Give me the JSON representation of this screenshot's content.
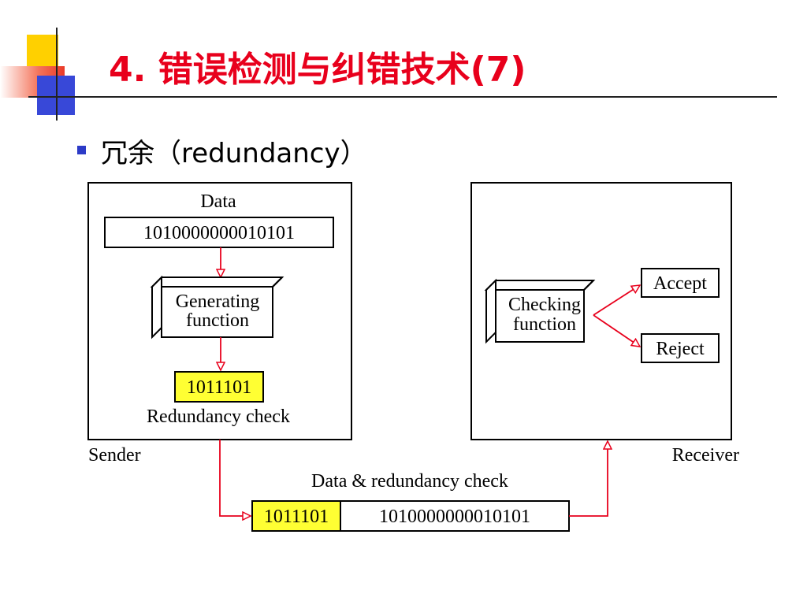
{
  "slide": {
    "title": "4. 错误检测与纠错技术(7)",
    "bullet": "冗余（redundancy）"
  },
  "diagram": {
    "sender": {
      "label": "Sender",
      "data_title": "Data",
      "data_bits": "1010000000010101",
      "generator_line1": "Generating",
      "generator_line2": "function",
      "redundancy_bits": "1011101",
      "redundancy_label": "Redundancy check"
    },
    "transmission": {
      "label": "Data & redundancy check",
      "redundancy_bits": "1011101",
      "data_bits": "1010000000010101"
    },
    "receiver": {
      "label": "Receiver",
      "checker_line1": "Checking",
      "checker_line2": "function",
      "accept": "Accept",
      "reject": "Reject"
    }
  },
  "colors": {
    "title": "#e8001c",
    "arrow": "#e8001c",
    "highlight": "#ffff33",
    "bullet": "#2c3bc7"
  }
}
